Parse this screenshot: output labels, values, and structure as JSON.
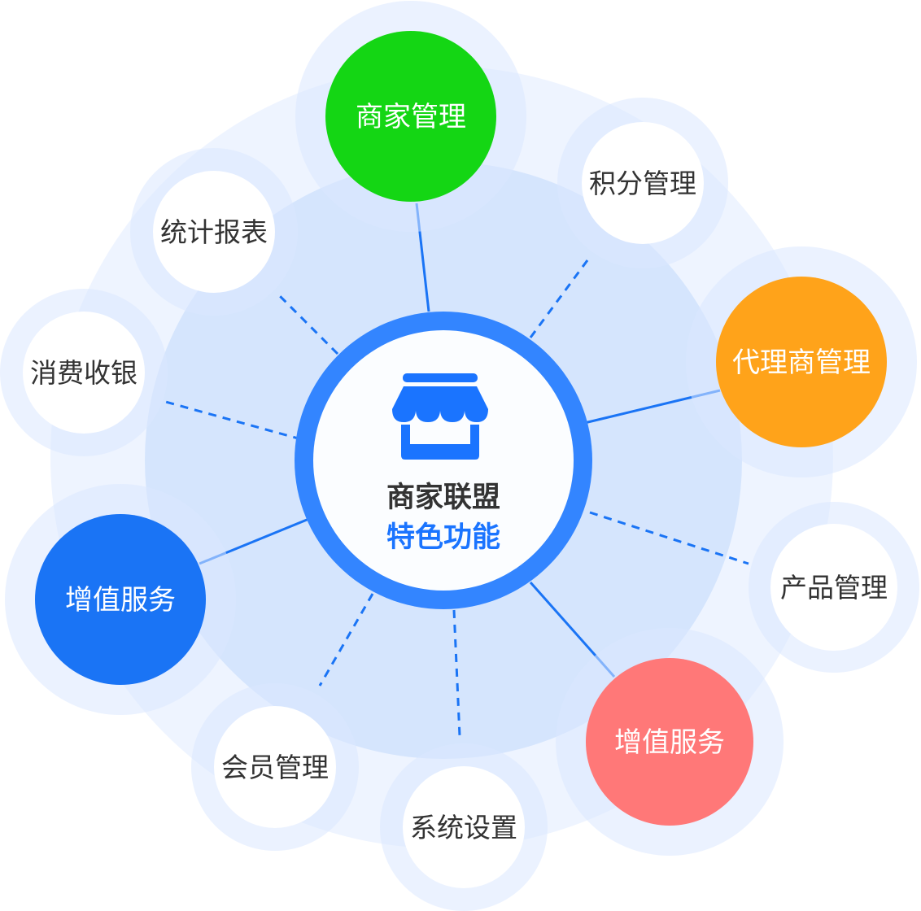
{
  "center": {
    "title": "商家联盟",
    "subtitle": "特色功能",
    "icon": "storefront-icon"
  },
  "nodes": [
    {
      "id": "merchant",
      "label": "商家管理",
      "style": "filled",
      "color": "#14d614",
      "link": "solid"
    },
    {
      "id": "points",
      "label": "积分管理",
      "style": "outline",
      "link": "dashed"
    },
    {
      "id": "stats",
      "label": "统计报表",
      "style": "outline",
      "link": "dashed"
    },
    {
      "id": "agent",
      "label": "代理商管理",
      "style": "filled",
      "color": "#ffa31a",
      "link": "solid"
    },
    {
      "id": "cashier",
      "label": "消费收银",
      "style": "outline",
      "link": "dashed"
    },
    {
      "id": "product",
      "label": "产品管理",
      "style": "outline",
      "link": "dashed"
    },
    {
      "id": "vas-blue",
      "label": "增值服务",
      "style": "filled",
      "color": "#1a74f5",
      "link": "solid"
    },
    {
      "id": "vas-red",
      "label": "增值服务",
      "style": "filled",
      "color": "#ff7878",
      "link": "solid"
    },
    {
      "id": "member",
      "label": "会员管理",
      "style": "outline",
      "link": "dashed"
    },
    {
      "id": "system",
      "label": "系统设置",
      "style": "outline",
      "link": "dashed"
    }
  ],
  "colors": {
    "accent": "#3385ff",
    "icon": "#1a74ff",
    "title": "#333333",
    "subtitle": "#1a74ff"
  }
}
